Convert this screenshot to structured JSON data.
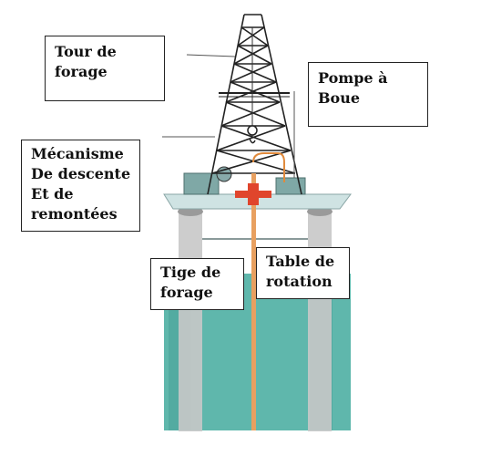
{
  "title": "",
  "colors": {
    "water": "#5fb7ac",
    "water_dark": "#3f8f88",
    "steel": "#222222",
    "platform": "#cfe3e3",
    "pillar": "#c8c8c8",
    "pipe_orange": "#e08a3c",
    "rotary_table": "#e0452c"
  },
  "labels": {
    "tower": {
      "lines": [
        "Tour de",
        "forage"
      ]
    },
    "pump": {
      "lines": [
        "Pompe à",
        "Boue"
      ]
    },
    "mechanism": {
      "lines": [
        "Mécanisme",
        "De descente",
        "Et de",
        "remontées"
      ]
    },
    "drill_rod": {
      "lines": [
        "Tige de",
        "forage"
      ]
    },
    "rotary_table": {
      "lines": [
        "Table de",
        "rotation"
      ]
    }
  }
}
